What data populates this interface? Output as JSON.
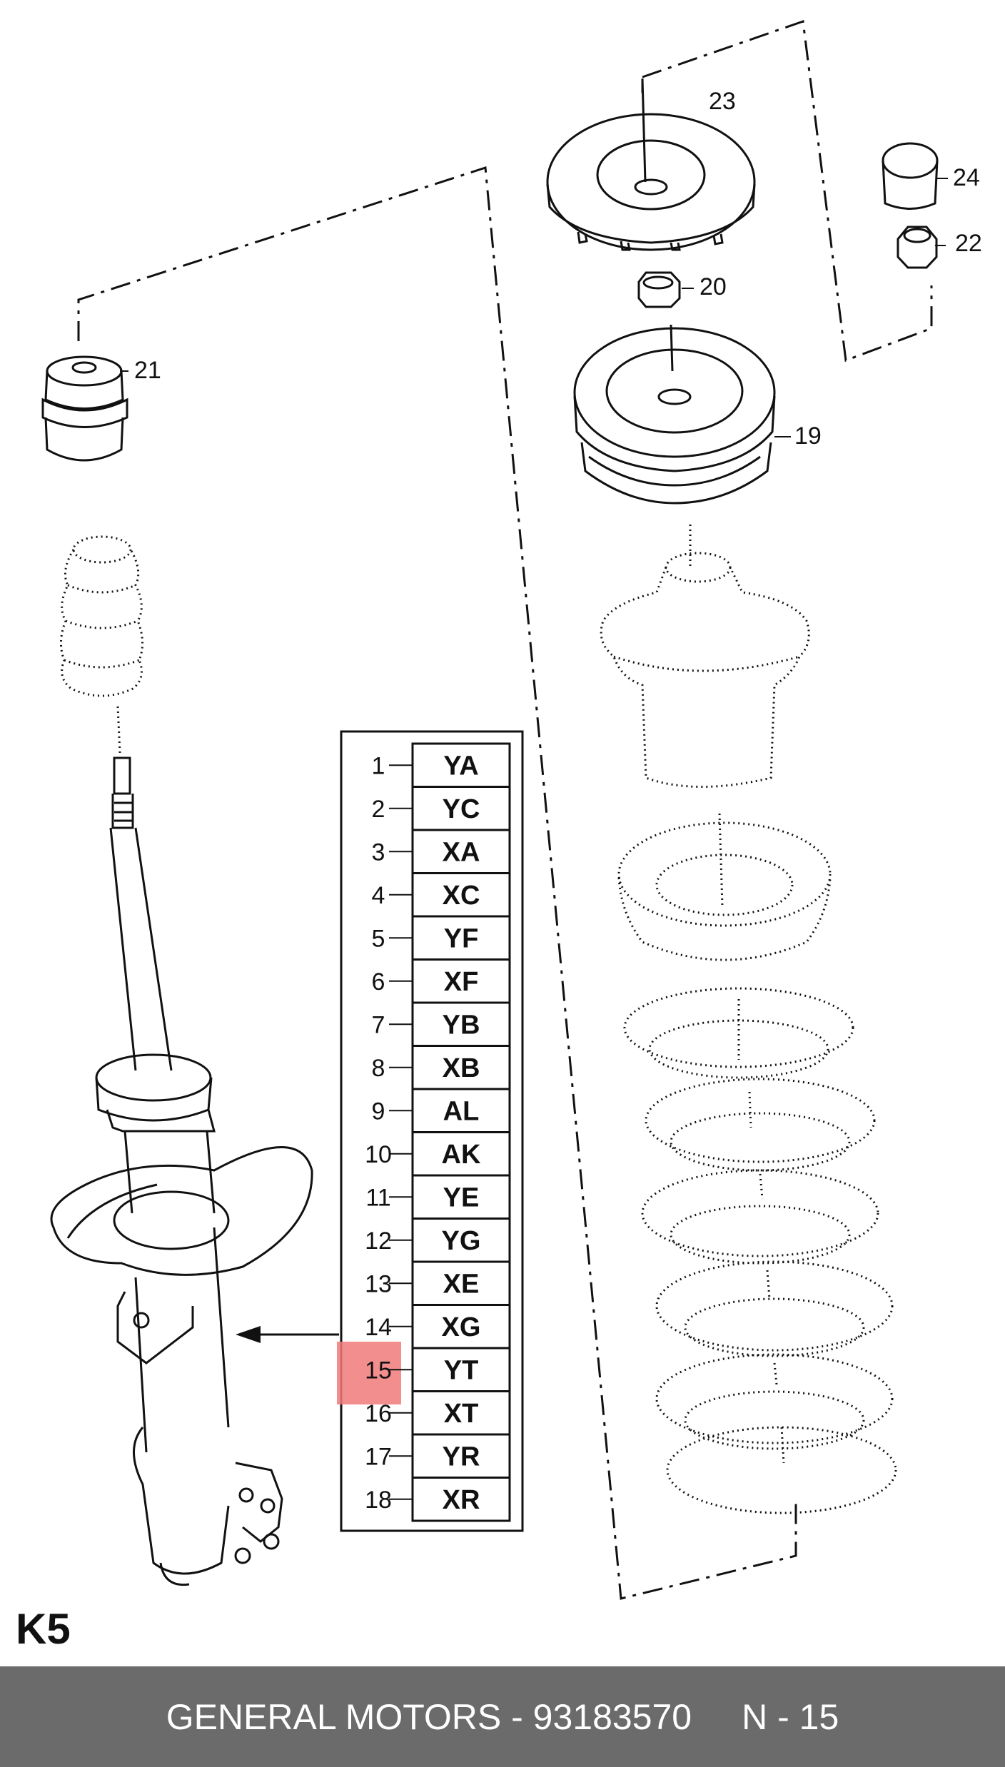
{
  "callouts": {
    "c19": "19",
    "c20": "20",
    "c21": "21",
    "c22": "22",
    "c23": "23",
    "c24": "24"
  },
  "variant_table": {
    "rows": [
      {
        "num": "1",
        "code": "YA"
      },
      {
        "num": "2",
        "code": "YC"
      },
      {
        "num": "3",
        "code": "XA"
      },
      {
        "num": "4",
        "code": "XC"
      },
      {
        "num": "5",
        "code": "YF"
      },
      {
        "num": "6",
        "code": "XF"
      },
      {
        "num": "7",
        "code": "YB"
      },
      {
        "num": "8",
        "code": "XB"
      },
      {
        "num": "9",
        "code": "AL"
      },
      {
        "num": "10",
        "code": "AK"
      },
      {
        "num": "11",
        "code": "YE"
      },
      {
        "num": "12",
        "code": "YG"
      },
      {
        "num": "13",
        "code": "XE"
      },
      {
        "num": "14",
        "code": "XG"
      },
      {
        "num": "15",
        "code": "YT"
      },
      {
        "num": "16",
        "code": "XT"
      },
      {
        "num": "17",
        "code": "YR"
      },
      {
        "num": "18",
        "code": "XR"
      }
    ],
    "highlighted_row": "15",
    "highlight_color": "#f07a7a"
  },
  "page_label": "K5",
  "footer": {
    "brand_part": "GENERAL MOTORS - 93183570",
    "page_ref": "N - 15"
  }
}
